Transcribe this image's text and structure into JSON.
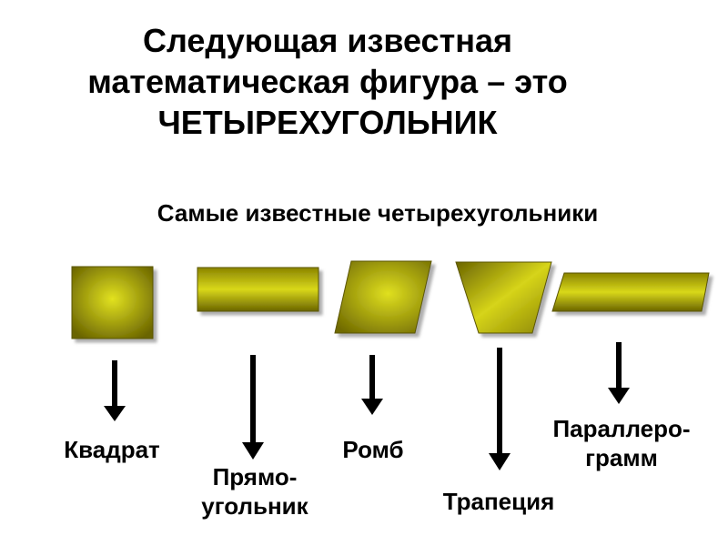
{
  "title": {
    "line1": "Следующая известная",
    "line2": "математическая  фигура – это",
    "line3": "ЧЕТЫРЕХУГОЛЬНИК"
  },
  "subtitle": "Самые известные четырехугольники",
  "shapes": {
    "square": {
      "label": "Квадрат"
    },
    "rectangle": {
      "label_line1": "Прямо-",
      "label_line2": "угольник"
    },
    "rhombus": {
      "label": "Ромб"
    },
    "trapezoid": {
      "label": "Трапеция"
    },
    "parallelogram": {
      "label_line1": "Параллеро-",
      "label_line2": "грамм"
    }
  },
  "colors": {
    "shape_dark": "#6b6500",
    "shape_light": "#e2e220",
    "arrow": "#000000"
  }
}
